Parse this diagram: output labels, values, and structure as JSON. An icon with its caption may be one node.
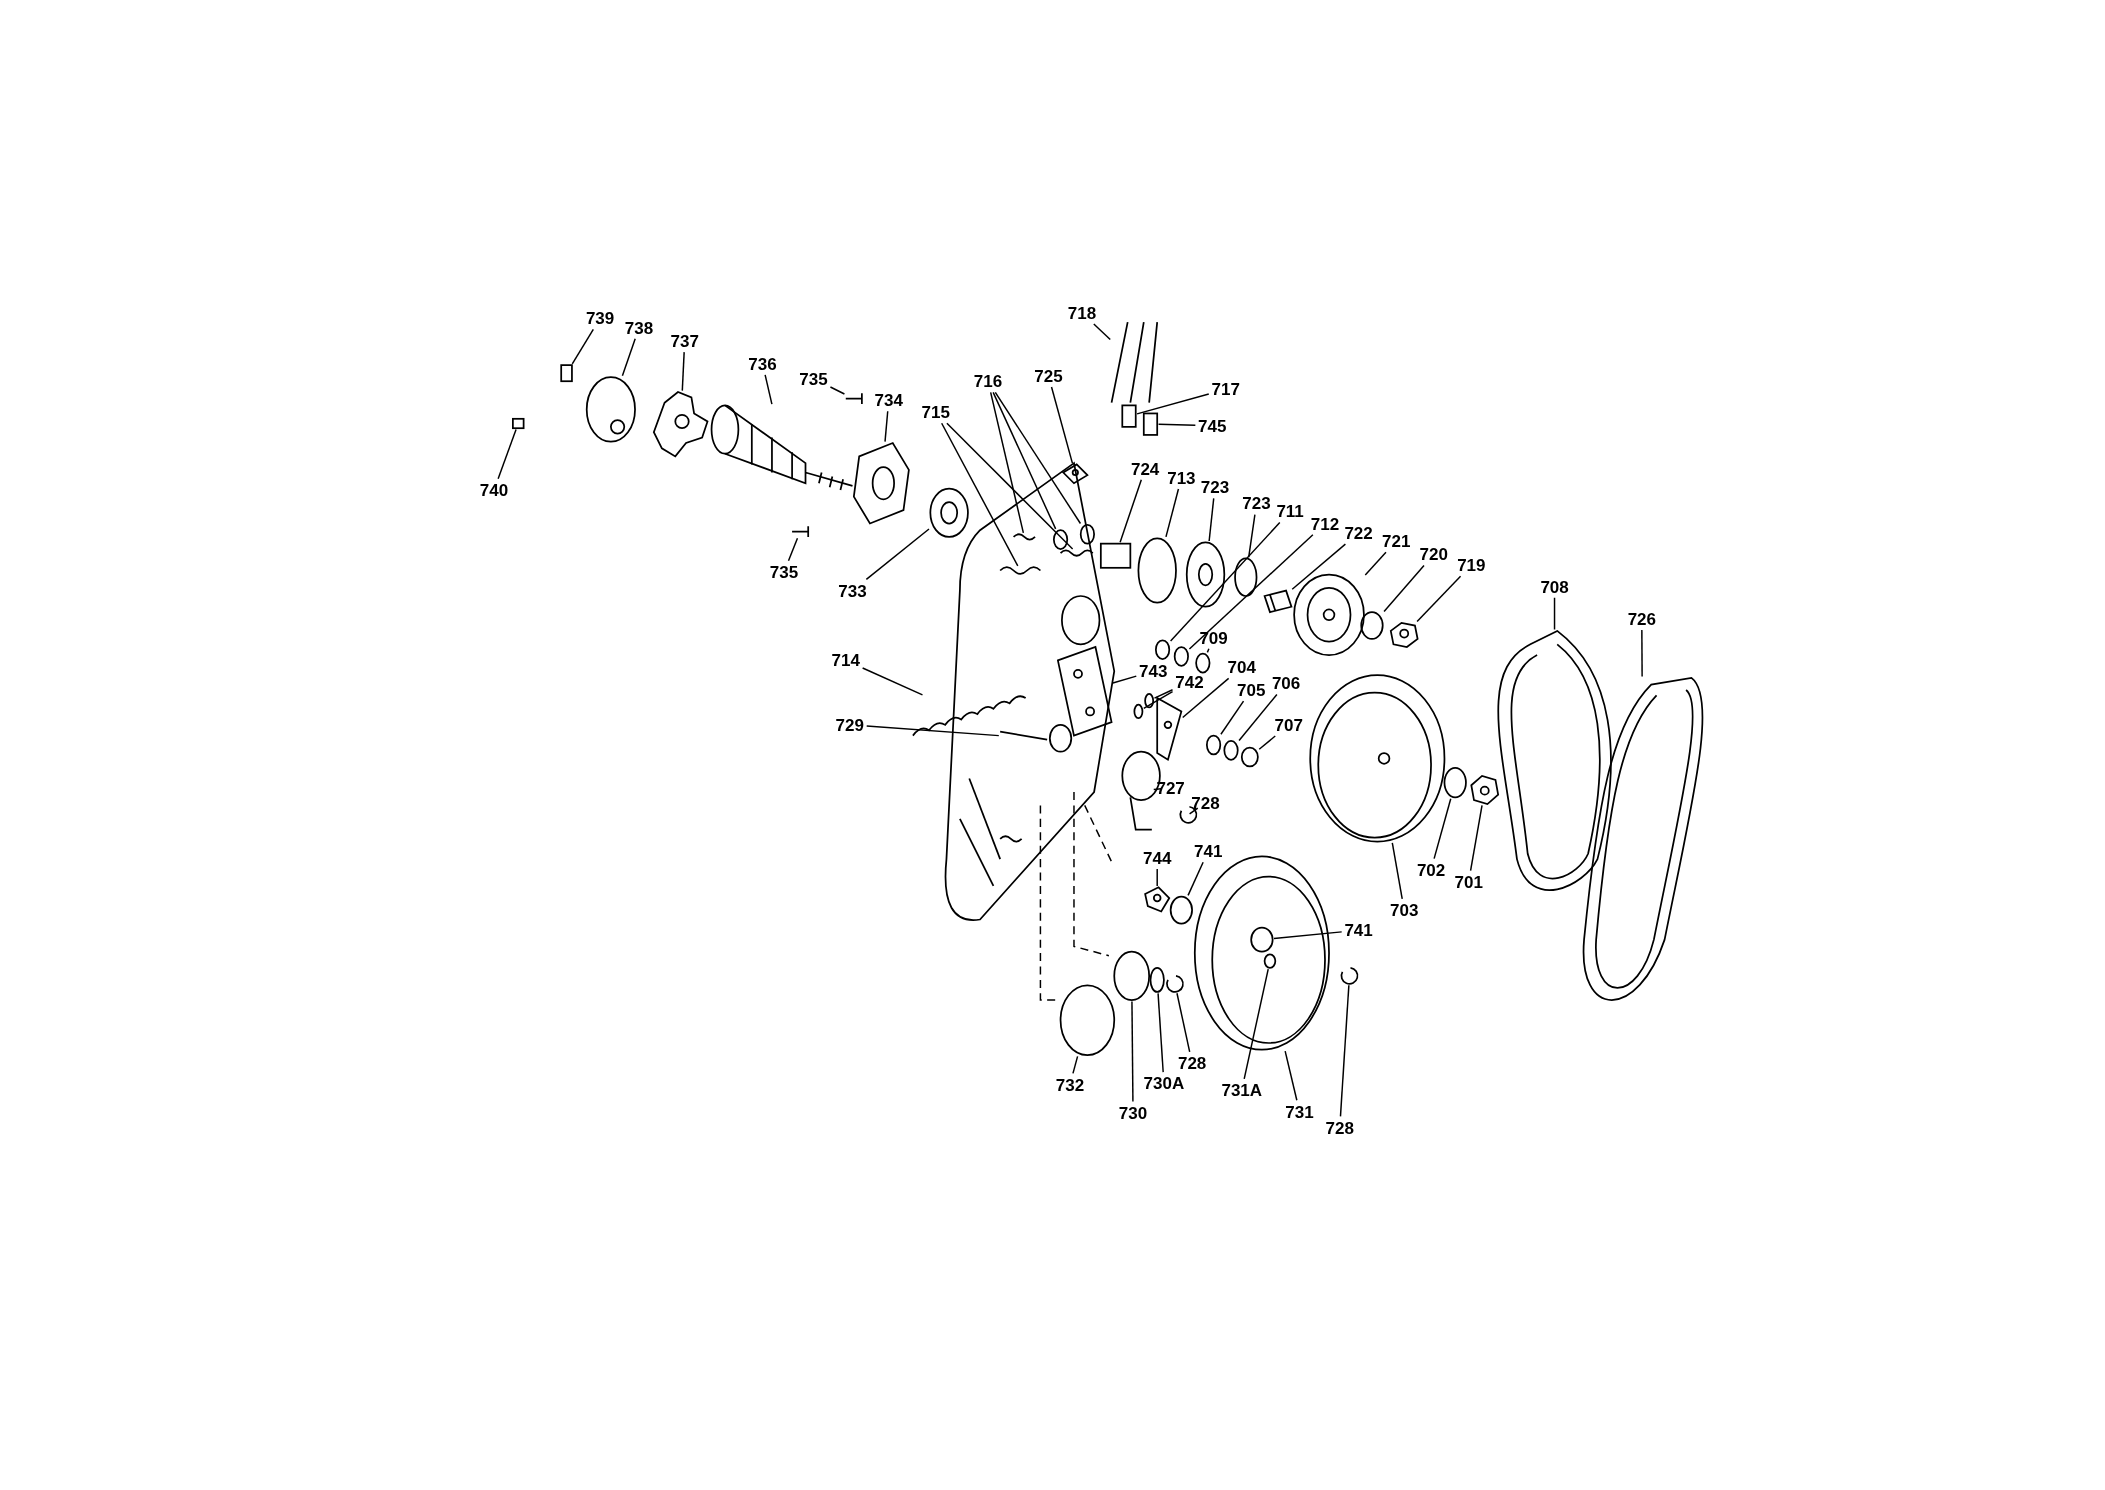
{
  "diagram": {
    "nodes": [
      {
        "text": [
          "718"
        ]
      },
      {
        "text": [
          "739"
        ]
      },
      {
        "text": [
          "738"
        ]
      },
      {
        "text": [
          "737"
        ]
      },
      {
        "text": [
          "736"
        ]
      },
      {
        "text": [
          "725"
        ]
      },
      {
        "text": [
          "716"
        ]
      },
      {
        "text": [
          "735"
        ]
      },
      {
        "text": [
          "717"
        ]
      },
      {
        "text": [
          "734"
        ]
      },
      {
        "text": [
          "715"
        ]
      },
      {
        "text": [
          "745"
        ]
      },
      {
        "text": [
          "724"
        ]
      },
      {
        "text": [
          "713"
        ]
      },
      {
        "text": [
          "723"
        ]
      },
      {
        "text": [
          "740"
        ]
      },
      {
        "text": [
          "723"
        ]
      },
      {
        "text": [
          "711"
        ]
      },
      {
        "text": [
          "712"
        ]
      },
      {
        "text": [
          "722"
        ]
      },
      {
        "text": [
          "721"
        ]
      },
      {
        "text": [
          "720"
        ]
      },
      {
        "text": [
          "719"
        ]
      },
      {
        "text": [
          "735"
        ]
      },
      {
        "text": [
          "708"
        ]
      },
      {
        "text": [
          "733"
        ]
      },
      {
        "text": [
          "726"
        ]
      },
      {
        "text": [
          "709"
        ]
      },
      {
        "text": [
          "714"
        ]
      },
      {
        "text": [
          "704"
        ]
      },
      {
        "text": [
          "743"
        ]
      },
      {
        "text": [
          "742"
        ]
      },
      {
        "text": [
          "706"
        ]
      },
      {
        "text": [
          "705"
        ]
      },
      {
        "text": [
          "707"
        ]
      },
      {
        "text": [
          "729"
        ]
      },
      {
        "text": [
          "727"
        ]
      },
      {
        "text": [
          "728"
        ]
      },
      {
        "text": [
          "741"
        ]
      },
      {
        "text": [
          "744"
        ]
      },
      {
        "text": [
          "702"
        ]
      },
      {
        "text": [
          "701"
        ]
      },
      {
        "text": [
          "703"
        ]
      },
      {
        "text": [
          "741"
        ]
      },
      {
        "text": [
          "728"
        ]
      },
      {
        "text": [
          "732"
        ]
      },
      {
        "text": [
          "730A"
        ]
      },
      {
        "text": [
          "731A"
        ]
      },
      {
        "text": [
          "730"
        ]
      },
      {
        "text": [
          "731"
        ]
      },
      {
        "text": [
          "728"
        ]
      },
      {
        "text": [],
        "shape": "picture"
      },
      {
        "text": [],
        "shape": "box"
      },
      {
        "text": [],
        "shape": "picture"
      },
      {
        "text": [],
        "shape": "picture"
      },
      {
        "text": [],
        "shape": "picture"
      },
      {
        "text": [],
        "shape": "picture"
      },
      {
        "text": [],
        "shape": "picture"
      },
      {
        "text": [],
        "shape": "circle"
      },
      {
        "text": [],
        "shape": "circle"
      },
      {
        "text": [],
        "shape": "picture"
      },
      {
        "text": [],
        "shape": "box"
      },
      {
        "text": [],
        "shape": "picture"
      },
      {
        "text": [],
        "shape": "picture"
      },
      {
        "text": [],
        "shape": "picture"
      },
      {
        "text": [],
        "shape": "box"
      },
      {
        "text": [],
        "shape": "box"
      },
      {
        "text": [],
        "shape": "circle"
      },
      {
        "text": [],
        "shape": "picture"
      },
      {
        "text": [],
        "shape": "box"
      },
      {
        "text": [],
        "shape": "circle"
      },
      {
        "text": [],
        "shape": "circle"
      },
      {
        "text": [],
        "shape": "circle"
      },
      {
        "text": [],
        "shape": "picture"
      },
      {
        "text": [],
        "shape": "picture"
      },
      {
        "text": [],
        "shape": "circle"
      },
      {
        "text": [],
        "shape": "picture"
      },
      {
        "text": [],
        "shape": "picture"
      },
      {
        "text": [],
        "shape": "picture"
      },
      {
        "text": [],
        "shape": "picture"
      },
      {
        "text": [],
        "shape": "picture"
      },
      {
        "text": [],
        "shape": "circle"
      },
      {
        "text": [],
        "shape": "picture"
      },
      {
        "text": [],
        "shape": "picture"
      },
      {
        "text": [],
        "shape": "picture"
      },
      {
        "text": [],
        "shape": "circle"
      },
      {
        "text": [],
        "shape": "circle"
      },
      {
        "text": [],
        "shape": "circle"
      },
      {
        "text": [],
        "shape": "circle"
      },
      {
        "text": [],
        "shape": "circle"
      },
      {
        "text": [],
        "shape": "picture"
      },
      {
        "text": [],
        "shape": "picture"
      },
      {
        "text": [],
        "shape": "picture"
      },
      {
        "text": [],
        "shape": "circle"
      },
      {
        "text": [],
        "shape": "picture"
      },
      {
        "text": [],
        "shape": "circle"
      },
      {
        "text": [],
        "shape": "picture"
      },
      {
        "text": [],
        "shape": "picture"
      },
      {
        "text": [],
        "shape": "picture"
      },
      {
        "text": [],
        "shape": "picture"
      },
      {
        "text": [],
        "shape": "circle"
      },
      {
        "text": [],
        "shape": "circle"
      },
      {
        "text": [],
        "shape": "circle",
        "in": 98
      },
      {
        "text": [],
        "shape": "circle"
      },
      {
        "text": [],
        "shape": "circle",
        "in": 98
      },
      {
        "text": [],
        "shape": "picture"
      }
    ],
    "edges": [
      {
        "from": 0,
        "to": 51,
        "arrow": "none"
      },
      {
        "from": 1,
        "to": 52,
        "arrow": "none"
      },
      {
        "from": 2,
        "to": 53,
        "arrow": "none"
      },
      {
        "from": 3,
        "to": 54,
        "arrow": "none"
      },
      {
        "from": 4,
        "to": 55,
        "arrow": "none"
      },
      {
        "from": 5,
        "to": 56,
        "arrow": "none"
      },
      {
        "from": 6,
        "to": 57,
        "arrow": "none"
      },
      {
        "from": 6,
        "to": 58,
        "arrow": "none"
      },
      {
        "from": 6,
        "to": 59,
        "arrow": "none"
      },
      {
        "from": 7,
        "to": 60,
        "arrow": "none"
      },
      {
        "from": 8,
        "to": 61,
        "arrow": "none"
      },
      {
        "from": 9,
        "to": 62,
        "arrow": "none"
      },
      {
        "from": 10,
        "to": 63,
        "arrow": "none"
      },
      {
        "from": 10,
        "to": 64,
        "arrow": "none"
      },
      {
        "from": 11,
        "to": 65,
        "arrow": "none"
      },
      {
        "from": 12,
        "to": 66,
        "arrow": "none"
      },
      {
        "from": 13,
        "to": 67,
        "arrow": "none"
      },
      {
        "from": 14,
        "to": 68,
        "arrow": "none"
      },
      {
        "from": 15,
        "to": 69,
        "arrow": "none"
      },
      {
        "from": 16,
        "to": 70,
        "arrow": "none"
      },
      {
        "from": 17,
        "to": 71,
        "arrow": "none"
      },
      {
        "from": 18,
        "to": 72,
        "arrow": "none"
      },
      {
        "from": 19,
        "to": 73,
        "arrow": "none"
      },
      {
        "from": 20,
        "to": 74,
        "arrow": "none"
      },
      {
        "from": 21,
        "to": 75,
        "arrow": "none"
      },
      {
        "from": 22,
        "to": 76,
        "arrow": "none"
      },
      {
        "from": 23,
        "to": 77,
        "arrow": "none"
      },
      {
        "from": 24,
        "to": 78,
        "arrow": "none"
      },
      {
        "from": 25,
        "to": 79,
        "arrow": "none"
      },
      {
        "from": 26,
        "to": 80,
        "arrow": "none"
      },
      {
        "from": 27,
        "to": 81,
        "arrow": "none"
      },
      {
        "from": 28,
        "to": 82,
        "arrow": "none"
      },
      {
        "from": 29,
        "to": 83,
        "arrow": "none"
      },
      {
        "from": 30,
        "to": 84,
        "arrow": "none"
      },
      {
        "from": 31,
        "to": 85,
        "arrow": "none"
      },
      {
        "from": 31,
        "to": 86,
        "arrow": "none"
      },
      {
        "from": 32,
        "to": 87,
        "arrow": "none"
      },
      {
        "from": 33,
        "to": 88,
        "arrow": "none"
      },
      {
        "from": 34,
        "to": 89,
        "arrow": "none"
      },
      {
        "from": 35,
        "to": 90,
        "arrow": "none"
      },
      {
        "from": 36,
        "to": 91,
        "arrow": "none"
      },
      {
        "from": 37,
        "to": 92,
        "arrow": "none"
      },
      {
        "from": 38,
        "to": 93,
        "arrow": "none"
      },
      {
        "from": 39,
        "to": 94,
        "arrow": "none"
      },
      {
        "from": 40,
        "to": 95,
        "arrow": "none"
      },
      {
        "from": 41,
        "to": 96,
        "arrow": "none"
      },
      {
        "from": 42,
        "to": 97,
        "arrow": "none"
      },
      {
        "from": 43,
        "to": 102,
        "arrow": "none"
      },
      {
        "from": 44,
        "to": 99,
        "arrow": "none"
      },
      {
        "from": 45,
        "to": 100,
        "arrow": "none"
      },
      {
        "from": 46,
        "to": 101,
        "arrow": "none"
      },
      {
        "from": 47,
        "to": 104,
        "arrow": "none"
      },
      {
        "from": 48,
        "to": 103,
        "arrow": "none"
      },
      {
        "from": 49,
        "to": 98,
        "arrow": "none"
      },
      {
        "from": 50,
        "to": 105,
        "arrow": "none"
      }
    ]
  }
}
